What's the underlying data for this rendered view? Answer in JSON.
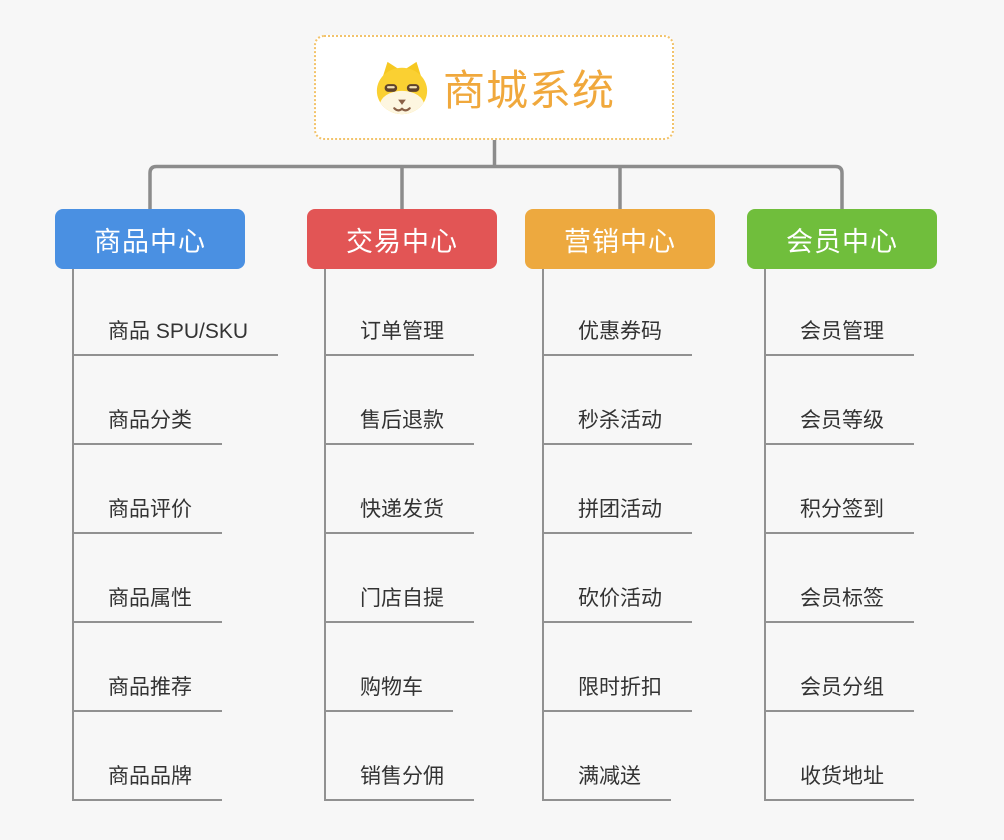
{
  "page": {
    "background_color": "#f7f7f7",
    "connector_color": "#8c8c8c",
    "line_color": "#919191"
  },
  "root": {
    "title": "商城系统",
    "title_color": "#f0a83c",
    "border_color": "#f2c36b",
    "icon": "shiba-dog-icon"
  },
  "branches": [
    {
      "label": "商品中心",
      "color": "#4a90e2",
      "items": [
        "商品 SPU/SKU",
        "商品分类",
        "商品评价",
        "商品属性",
        "商品推荐",
        "商品品牌"
      ]
    },
    {
      "label": "交易中心",
      "color": "#e25555",
      "items": [
        "订单管理",
        "售后退款",
        "快递发货",
        "门店自提",
        "购物车",
        "销售分佣"
      ]
    },
    {
      "label": "营销中心",
      "color": "#eda93f",
      "items": [
        "优惠券码",
        "秒杀活动",
        "拼团活动",
        "砍价活动",
        "限时折扣",
        "满减送"
      ]
    },
    {
      "label": "会员中心",
      "color": "#70be3c",
      "items": [
        "会员管理",
        "会员等级",
        "积分签到",
        "会员标签",
        "会员分组",
        "收货地址"
      ]
    }
  ]
}
